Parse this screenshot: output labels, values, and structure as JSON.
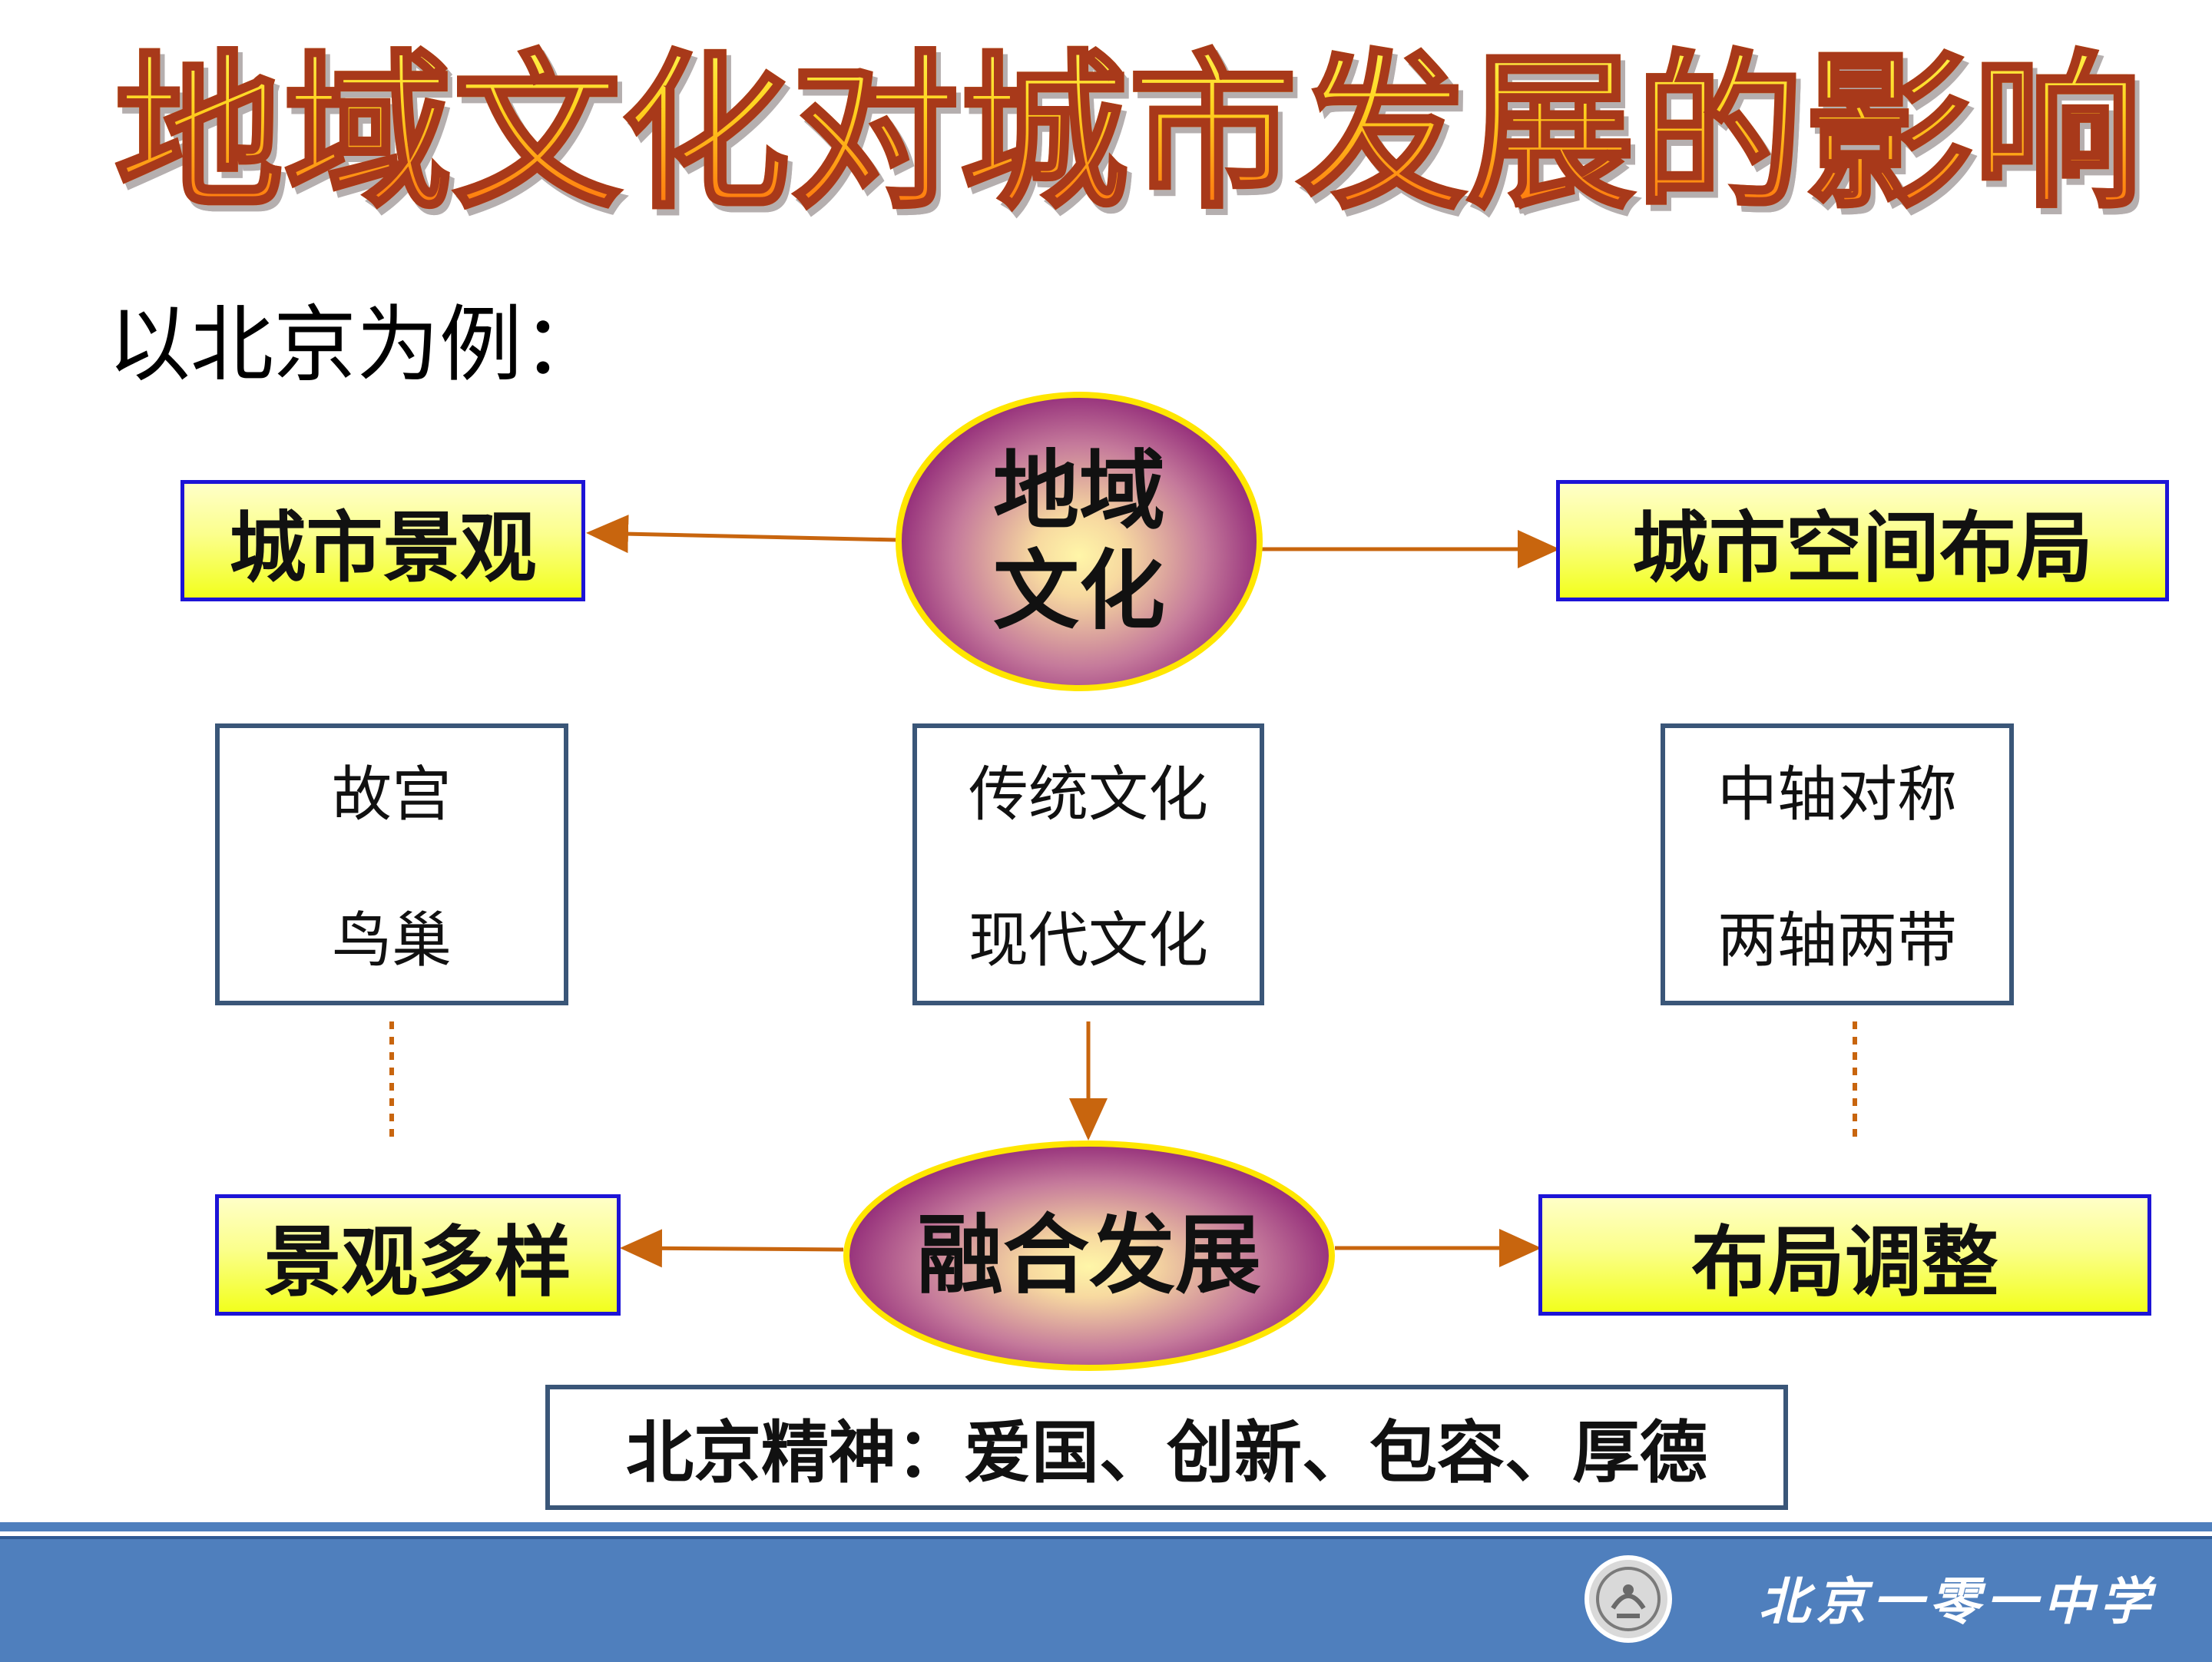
{
  "title": "地域文化对城市发展的影响",
  "subtitle": "以北京为例：",
  "center_oval": {
    "line1": "地域",
    "line2": "文化"
  },
  "left_top_box": "城市景观",
  "right_top_box": "城市空间布局",
  "mid_boxes": {
    "left": [
      "故宫",
      "鸟巢"
    ],
    "center": [
      "传统文化",
      "现代文化"
    ],
    "right": [
      "中轴对称",
      "两轴两带"
    ]
  },
  "bottom_oval": "融合发展",
  "left_bottom_box": "景观多样",
  "right_bottom_box": "布局调整",
  "spirit_box": "北京精神：爱国、创新、包容、厚德",
  "footer": {
    "school_name": "北京一零一中学",
    "logo": "school-emblem-icon"
  },
  "colors": {
    "arrow": "#c8650e",
    "box_border": "#1d14d6",
    "footer_band": "#4f7fbd",
    "oval_ring": "#ffe600"
  }
}
